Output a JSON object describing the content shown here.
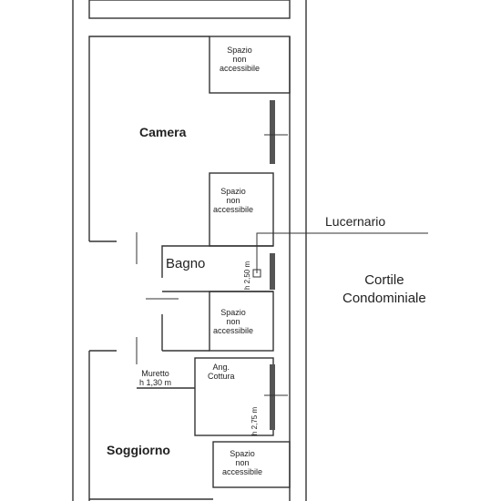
{
  "rooms": {
    "camera": "Camera",
    "bagno": "Bagno",
    "soggiorno": "Soggiorno",
    "angolo_cottura": [
      "Ang.",
      "Cottura"
    ]
  },
  "spazi_non_accessibili": {
    "top": [
      "Spazio",
      "non",
      "accessibile"
    ],
    "upper_mid": [
      "Spazio",
      "non",
      "accessibile"
    ],
    "lower_mid": [
      "Spazio",
      "non",
      "accessibile"
    ],
    "bottom": [
      "Spazio",
      "non",
      "accessibile"
    ]
  },
  "muretto": [
    "Muretto",
    "h 1,30 m"
  ],
  "heights": {
    "bagno_wall": "h 2,50 m",
    "cottura_wall": "h 2,75 m"
  },
  "lucernario": "Lucernario",
  "cortile": [
    "Cortile",
    "Condominiale"
  ]
}
